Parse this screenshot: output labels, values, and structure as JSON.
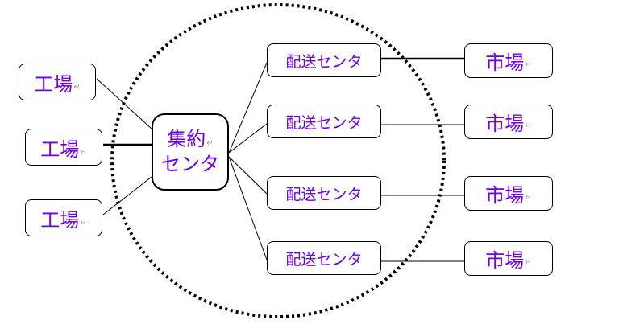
{
  "diagram": {
    "title": "",
    "text_color": "#7000e8",
    "return_mark": "↵",
    "factories": [
      {
        "label": "工場"
      },
      {
        "label": "工場"
      },
      {
        "label": "工場"
      }
    ],
    "hub": {
      "line1": "集約",
      "line2": "センタ"
    },
    "distribution_centers": [
      {
        "label": "配送センタ"
      },
      {
        "label": "配送センタ"
      },
      {
        "label": "配送センタ"
      },
      {
        "label": "配送センタ"
      }
    ],
    "markets": [
      {
        "label": "市場"
      },
      {
        "label": "市場"
      },
      {
        "label": "市場"
      },
      {
        "label": "市場"
      }
    ],
    "boundary": {
      "style": "dotted circle",
      "encloses": "hub and distribution centers"
    }
  }
}
